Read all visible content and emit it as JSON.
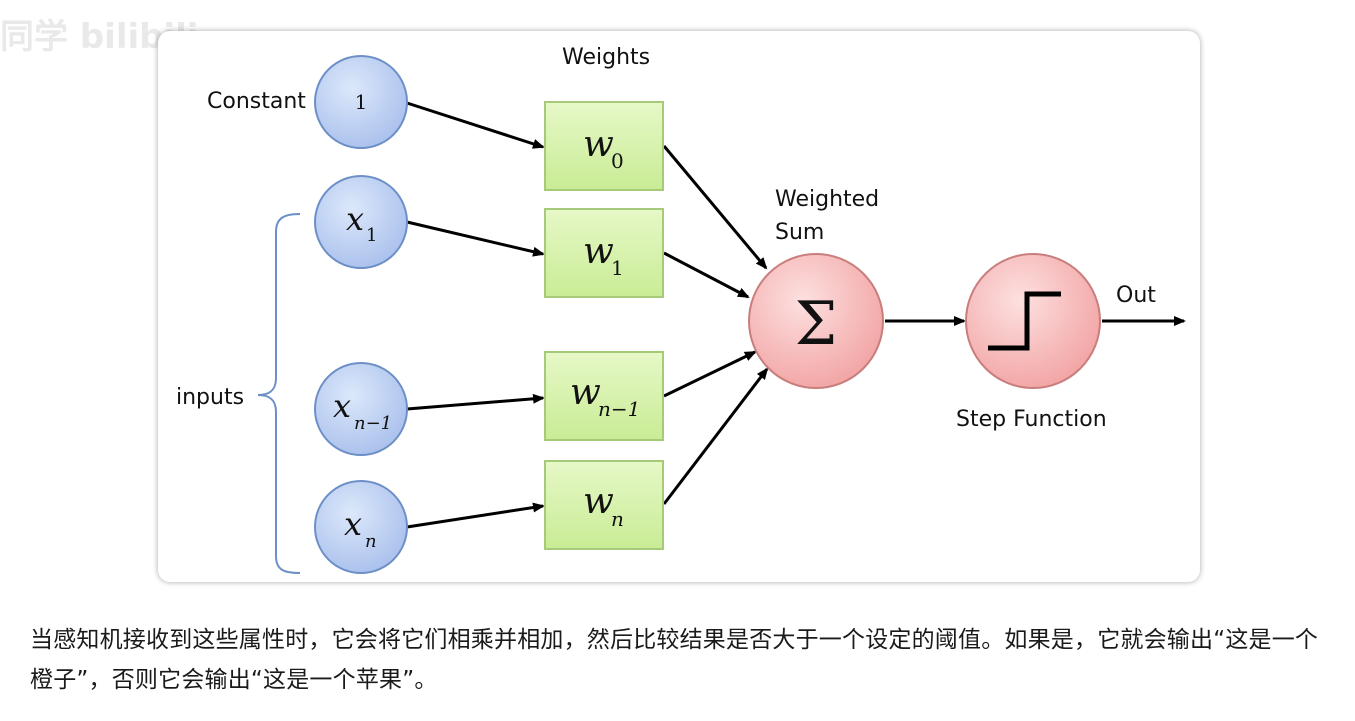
{
  "diagram": {
    "weights_title": "Weights",
    "constant_label": "Constant",
    "constant_value": "1",
    "inputs_label": "inputs",
    "weighted_sum_label_line1": "Weighted",
    "weighted_sum_label_line2": "Sum",
    "sum_symbol": "Σ",
    "step_function_label": "Step Function",
    "out_label": "Out",
    "input_nodes": [
      {
        "base": "x",
        "sub": "1"
      },
      {
        "base": "x",
        "sub": "n−1"
      },
      {
        "base": "x",
        "sub": "n"
      }
    ],
    "weight_boxes": [
      {
        "base": "w",
        "sub": "0"
      },
      {
        "base": "w",
        "sub": "1"
      },
      {
        "base": "w",
        "sub": "n−1"
      },
      {
        "base": "w",
        "sub": "n"
      }
    ],
    "colors": {
      "input_node_fill": "#b9cdf0",
      "input_node_stroke": "#6d8fc8",
      "weight_box_fill": "#d4f0a8",
      "weight_box_stroke": "#a6c97a",
      "sum_node_fill": "#f7b9b9",
      "sum_node_stroke": "#c97e7e",
      "arrow": "#000000",
      "brace": "#6d8fc8"
    }
  },
  "caption": {
    "text": "当感知机接收到这些属性时，它会将它们相乘并相加，然后比较结果是否大于一个设定的阈值。如果是，它就会输出“这是一个橙子”，否则它会输出“这是一个苹果”。"
  }
}
